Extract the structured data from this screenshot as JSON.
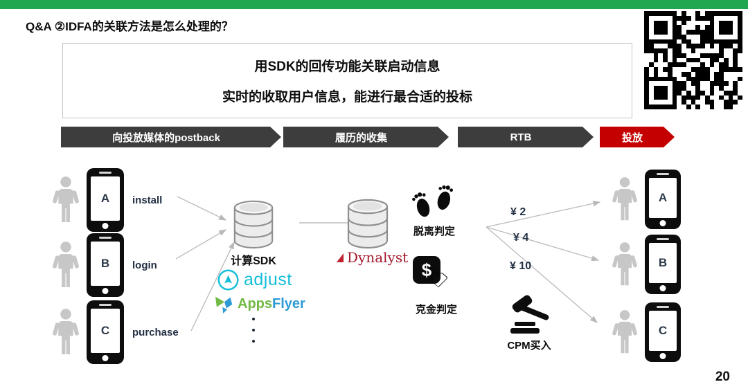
{
  "slide": {
    "title": "Q&A ②IDFA的关联方法是怎么处理的？",
    "page_number": "20"
  },
  "summary_box": {
    "line1": "用SDK的回传功能关联启动信息",
    "line2": "实时的收取用户信息，能进行最合适的投标"
  },
  "process_steps": [
    {
      "label": "向投放媒体的postback"
    },
    {
      "label": "履历的收集"
    },
    {
      "label": "RTB"
    },
    {
      "label": "投放"
    }
  ],
  "left_devices": [
    {
      "letter": "A",
      "action": "install"
    },
    {
      "letter": "B",
      "action": "login"
    },
    {
      "letter": "C",
      "action": "purchase"
    }
  ],
  "sdk": {
    "db_label": "计算SDK",
    "adjust_label": "adjust",
    "appsflyer_part1": "Apps",
    "appsflyer_part2": "Flyer"
  },
  "dynalyst": {
    "label": "Dynalyst"
  },
  "judgments": {
    "churn": "脱离判定",
    "monetize": "克金判定"
  },
  "bids": [
    "¥ 2",
    "¥ 4",
    "¥ 10"
  ],
  "cpm_label": "CPM买入",
  "right_devices": [
    {
      "letter": "A"
    },
    {
      "letter": "B"
    },
    {
      "letter": "C"
    }
  ],
  "colors": {
    "accent_green": "#21a74f",
    "accent_red": "#c40000",
    "step_gray": "#3d3d3d",
    "adjust_cyan": "#12bdd8",
    "appsflyer_green": "#72b844",
    "appsflyer_blue": "#2d9ad4",
    "dynalyst_red": "#a3192b"
  }
}
